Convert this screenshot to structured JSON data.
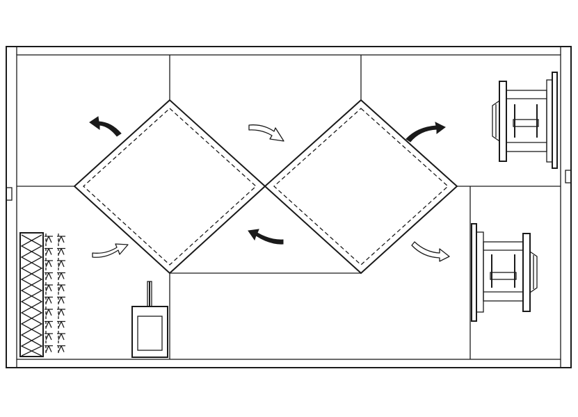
{
  "diagram": {
    "subject": "air-handling-unit-plan-view",
    "stroke_color": "#1a1a1a",
    "background_color": "#ffffff",
    "components": {
      "heat_exchangers": 2,
      "fans": 2,
      "filter_banks": 1,
      "access_doors": 1
    },
    "airflow_arrows": {
      "solid": 3,
      "hollow": 3
    }
  }
}
